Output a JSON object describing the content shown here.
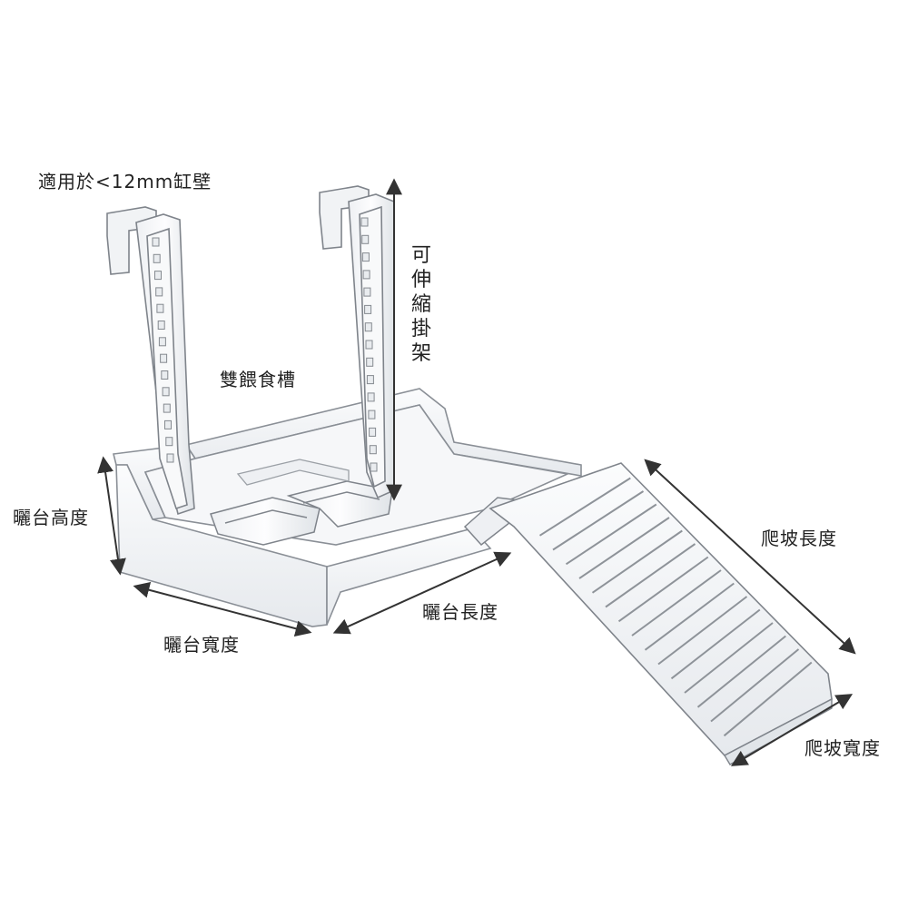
{
  "labels": {
    "wall_fit": "適用於<12mm缸壁",
    "adjustable_hanger": "可伸縮掛架",
    "dual_feeding_trough": "雙餵食槽",
    "platform_height": "曬台高度",
    "platform_width": "曬台寬度",
    "platform_length": "曬台長度",
    "ramp_length": "爬坡長度",
    "ramp_width": "爬坡寬度"
  },
  "colors": {
    "outline": "#8a8f96",
    "outline_dark": "#5d6268",
    "acrylic_fill": "#f2f4f6",
    "acrylic_shade": "#e3e6ea",
    "arrow": "#333333",
    "text": "#222222"
  }
}
